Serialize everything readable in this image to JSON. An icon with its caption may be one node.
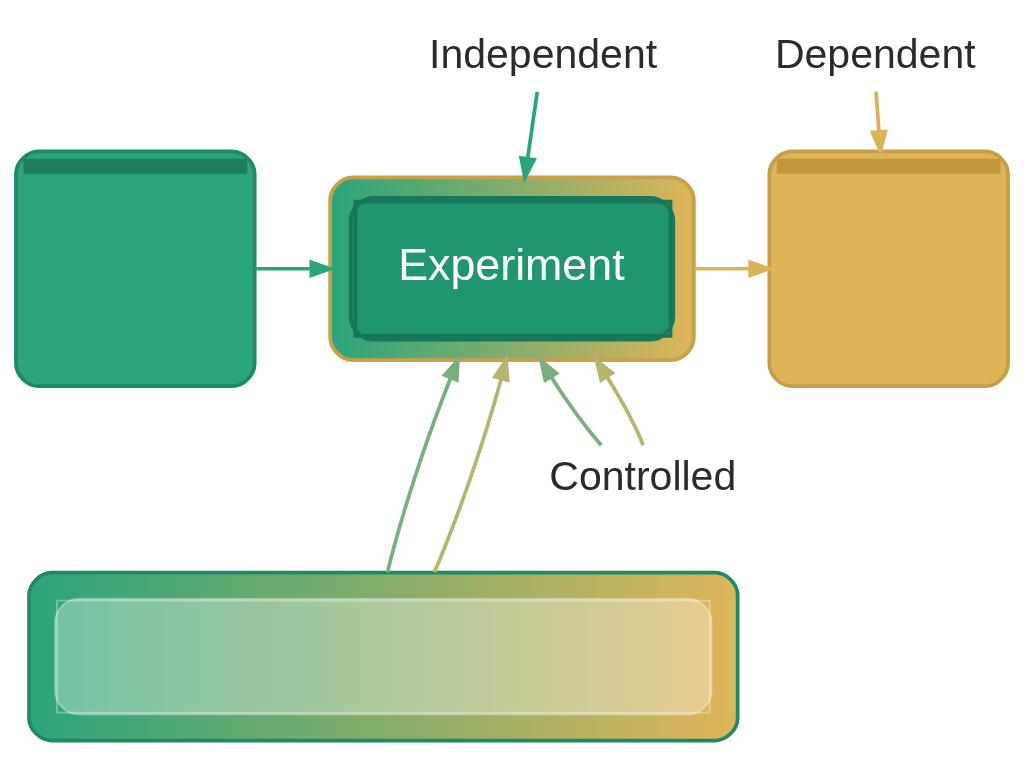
{
  "diagram": {
    "nodes": [
      {
        "text": [],
        "shape": "box"
      },
      {
        "text": [
          "Experiment"
        ]
      },
      {
        "text": [],
        "shape": "box"
      },
      {
        "text": [],
        "shape": "box"
      },
      {
        "text": [
          "Independent"
        ]
      },
      {
        "text": [
          "Dependent"
        ]
      },
      {
        "text": [
          "Controlled"
        ]
      }
    ],
    "edges": [
      {
        "from": 0,
        "to": 1,
        "arrow": "to"
      },
      {
        "from": 1,
        "to": 2,
        "arrow": "to",
        "color": "#d9b357"
      },
      {
        "from": 3,
        "to": 1,
        "arrow": "to",
        "color": "#7aae7e"
      },
      {
        "from": 3,
        "to": 1,
        "arrow": "to",
        "color": "#b5b66c"
      },
      {
        "from": 4,
        "to": 1,
        "arrow": "to"
      },
      {
        "from": 5,
        "to": 2,
        "arrow": "to",
        "color": "#d9b357"
      },
      {
        "from": 6,
        "to": 1,
        "arrow": "to",
        "color": "#7aae7e"
      },
      {
        "from": 6,
        "to": 1,
        "arrow": "to",
        "color": "#b5b66c"
      }
    ]
  }
}
